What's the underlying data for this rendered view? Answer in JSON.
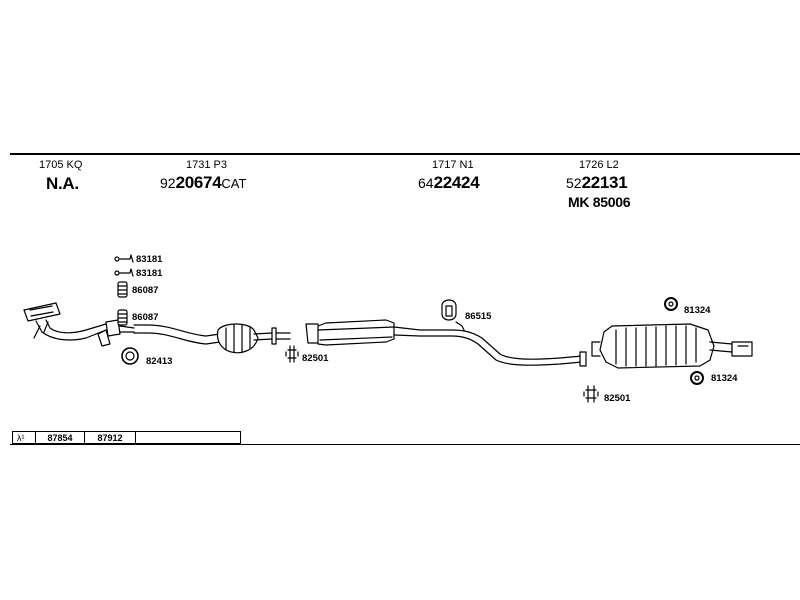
{
  "header_groups": [
    {
      "code": "1705 KQ",
      "main": "N.A."
    },
    {
      "code": "1731 P3",
      "prefix": "92",
      "number": "20674",
      "suffix": "CAT"
    },
    {
      "code": "1717 N1",
      "prefix": "64",
      "number": "22424"
    },
    {
      "code": "1726 L2",
      "prefix": "52",
      "number": "22131",
      "extra": "MK  85006"
    }
  ],
  "parts": {
    "clamp_1": "83181",
    "clamp_2": "83181",
    "spring_1": "86087",
    "spring_2": "86087",
    "gasket": "82413",
    "clamp_middle": "82501",
    "hanger_middle": "86515",
    "clamp_rear": "82501",
    "rubber_top": "81324",
    "rubber_bottom": "81324"
  },
  "footer": {
    "symbol": "λ¹",
    "cells": [
      "87854",
      "87912",
      ""
    ]
  }
}
